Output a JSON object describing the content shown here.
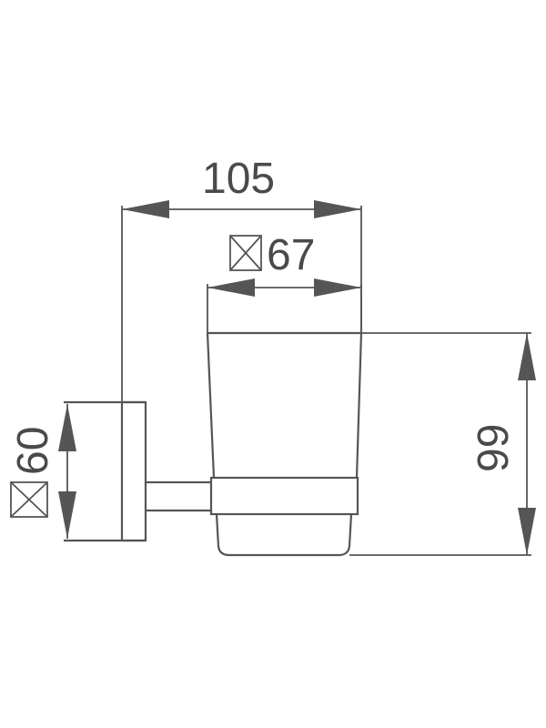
{
  "drawing": {
    "dimensions": {
      "overall_width": "105",
      "cup_square": "67",
      "base_square": "60",
      "height": "99"
    },
    "line_color": "#555555",
    "text_color": "#4a4a4a"
  }
}
